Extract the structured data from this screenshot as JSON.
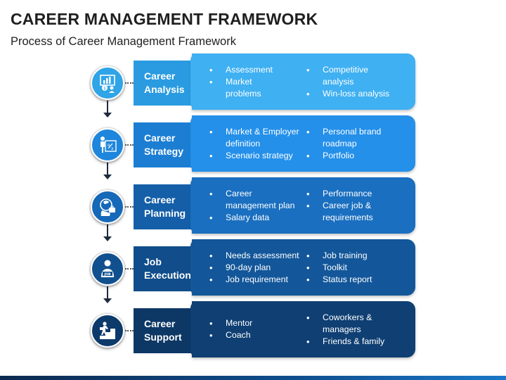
{
  "title": "CAREER MANAGEMENT FRAMEWORK",
  "subtitle": "Process of Career Management Framework",
  "steps": [
    {
      "label": "Career\nAnalysis",
      "icon": "analysis-icon",
      "colors": {
        "circle": "#2fa4e7",
        "label": "#2a9be0",
        "detail": "#3fb0f2"
      },
      "left": [
        "Assessment",
        "Market\nproblems"
      ],
      "right": [
        "Competitive\nanalysis",
        "Win-loss analysis"
      ]
    },
    {
      "label": "Career\nStrategy",
      "icon": "strategy-icon",
      "colors": {
        "circle": "#1e86dc",
        "label": "#1c7ed3",
        "detail": "#2490ea"
      },
      "left": [
        "Market & Employer\ndefinition",
        "Scenario strategy"
      ],
      "right": [
        "Personal brand\nroadmap",
        "Portfolio"
      ]
    },
    {
      "label": "Career\nPlanning",
      "icon": "planning-icon",
      "colors": {
        "circle": "#1668b8",
        "label": "#155fa8",
        "detail": "#1a6fc0"
      },
      "left": [
        "Career\nmanagement plan",
        "Salary data"
      ],
      "right": [
        "Performance",
        "Career job &\nrequirements"
      ]
    },
    {
      "label": "Job\nExecution",
      "icon": "job-icon",
      "colors": {
        "circle": "#10508f",
        "label": "#104d8a",
        "detail": "#13579a"
      },
      "left": [
        "Needs assessment",
        "90-day plan",
        "Job requirement"
      ],
      "right": [
        "Job training",
        "Toolkit",
        "Status report"
      ]
    },
    {
      "label": "Career\nSupport",
      "icon": "support-icon",
      "colors": {
        "circle": "#0c3a6b",
        "label": "#0d3866",
        "detail": "#0f3f73"
      },
      "left": [
        "Mentor",
        "Coach"
      ],
      "right": [
        "Coworkers &\nmanagers",
        "Friends & family"
      ]
    }
  ]
}
